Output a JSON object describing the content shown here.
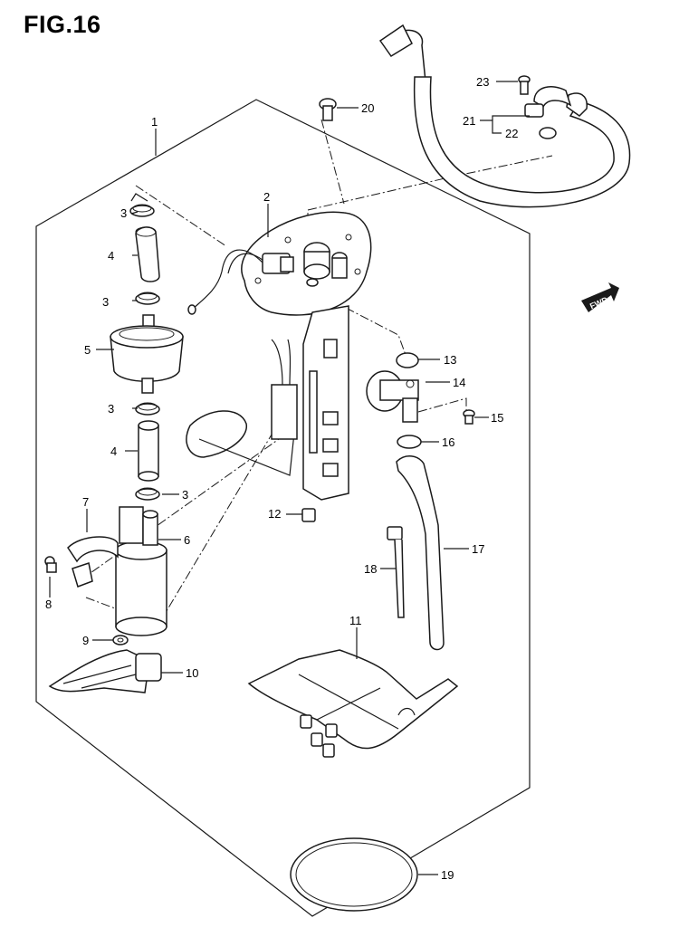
{
  "figure": {
    "title": "FIG.16"
  },
  "fwd_badge": {
    "text": "FWD",
    "icon": "forward-arrow-icon"
  },
  "callouts": [
    {
      "id": "c1",
      "text": "1"
    },
    {
      "id": "c2",
      "text": "2"
    },
    {
      "id": "c3a",
      "text": "3"
    },
    {
      "id": "c3b",
      "text": "3"
    },
    {
      "id": "c3c",
      "text": "3"
    },
    {
      "id": "c3d",
      "text": "3"
    },
    {
      "id": "c4a",
      "text": "4"
    },
    {
      "id": "c4b",
      "text": "4"
    },
    {
      "id": "c5",
      "text": "5"
    },
    {
      "id": "c6",
      "text": "6"
    },
    {
      "id": "c7",
      "text": "7"
    },
    {
      "id": "c8",
      "text": "8"
    },
    {
      "id": "c9",
      "text": "9"
    },
    {
      "id": "c10",
      "text": "10"
    },
    {
      "id": "c11",
      "text": "11"
    },
    {
      "id": "c12",
      "text": "12"
    },
    {
      "id": "c13",
      "text": "13"
    },
    {
      "id": "c14",
      "text": "14"
    },
    {
      "id": "c15",
      "text": "15"
    },
    {
      "id": "c16",
      "text": "16"
    },
    {
      "id": "c17",
      "text": "17"
    },
    {
      "id": "c18",
      "text": "18"
    },
    {
      "id": "c19",
      "text": "19"
    },
    {
      "id": "c20",
      "text": "20"
    },
    {
      "id": "c21",
      "text": "21"
    },
    {
      "id": "c22",
      "text": "22"
    },
    {
      "id": "c23",
      "text": "23"
    }
  ]
}
